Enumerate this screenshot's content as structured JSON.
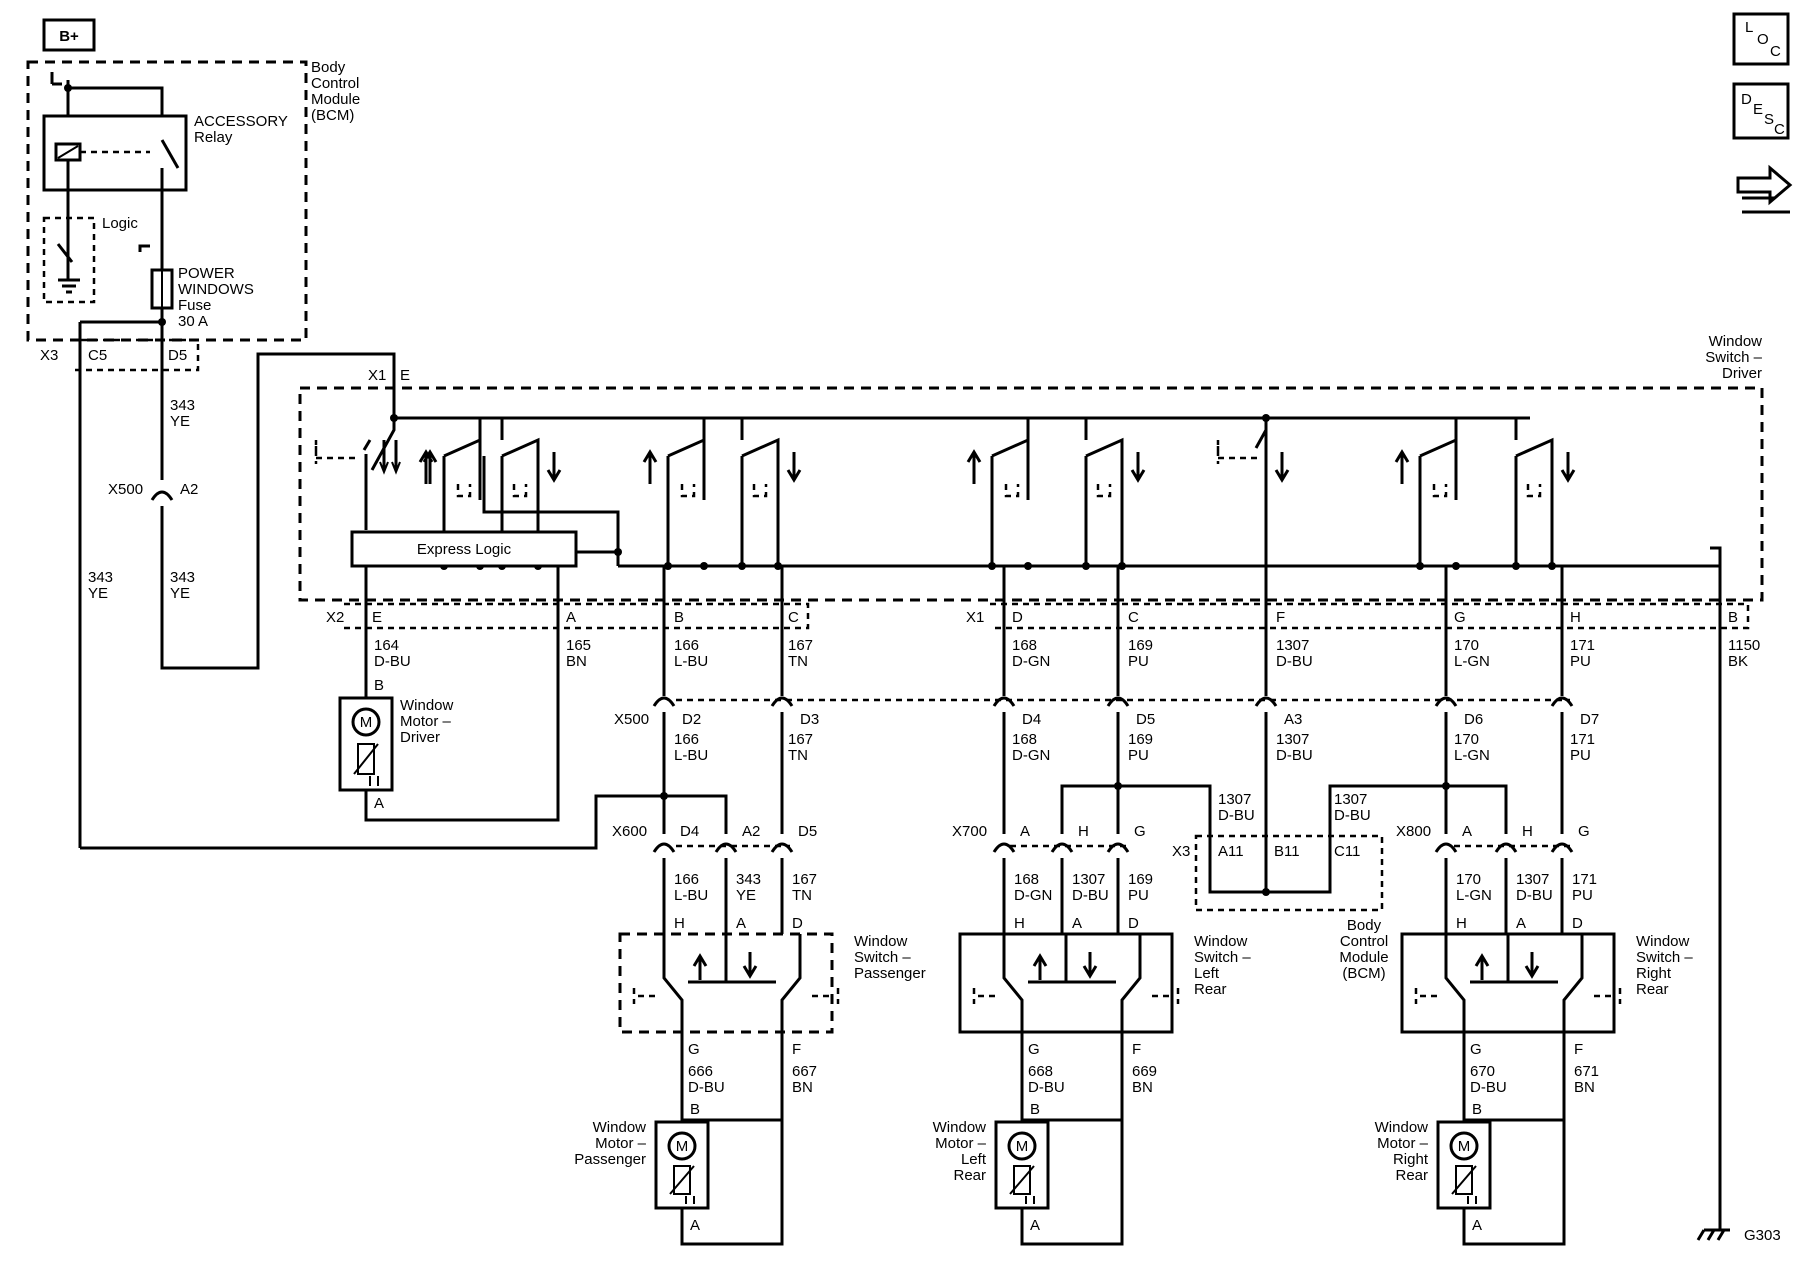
{
  "power": {
    "bplus": "B+"
  },
  "nav_icons": {
    "loc": [
      "L",
      "O",
      "C"
    ],
    "desc": [
      "D",
      "E",
      "S",
      "C"
    ],
    "back": "back-arrow-icon"
  },
  "bcm_top": {
    "name": [
      "Body",
      "Control",
      "Module",
      "(BCM)"
    ],
    "relay": [
      "ACCESSORY",
      "Relay"
    ],
    "logic": "Logic",
    "fuse": [
      "POWER",
      "WINDOWS",
      "Fuse",
      "30 A"
    ],
    "conn": "X3",
    "pin_c5": "C5",
    "pin_d5": "D5"
  },
  "driver_switch": {
    "name": [
      "Window",
      "Switch –",
      "Driver"
    ],
    "express": "Express Logic",
    "x1": "X1",
    "x1e": "E",
    "x2": "X2",
    "x2_pins": [
      "E",
      "A",
      "B",
      "C"
    ],
    "x1_pins": [
      "D",
      "C",
      "F",
      "G",
      "H",
      "B"
    ]
  },
  "wires_top": [
    {
      "num": "164",
      "color": "D-BU"
    },
    {
      "num": "165",
      "color": "BN"
    },
    {
      "num": "166",
      "color": "L-BU"
    },
    {
      "num": "167",
      "color": "TN"
    },
    {
      "num": "168",
      "color": "D-GN"
    },
    {
      "num": "169",
      "color": "PU"
    },
    {
      "num": "1307",
      "color": "D-BU"
    },
    {
      "num": "170",
      "color": "L-GN"
    },
    {
      "num": "171",
      "color": "PU"
    },
    {
      "num": "1150",
      "color": "BK"
    }
  ],
  "feed": {
    "w343a": {
      "num": "343",
      "color": "YE"
    },
    "x500": "X500",
    "a2": "A2",
    "w343b": {
      "num": "343",
      "color": "YE"
    },
    "w343c": {
      "num": "343",
      "color": "YE"
    }
  },
  "x500_row": {
    "conn": "X500",
    "pins": [
      "D2",
      "D3",
      "D4",
      "D5",
      "A3",
      "D6",
      "D7"
    ]
  },
  "wires_mid": [
    {
      "num": "166",
      "color": "L-BU"
    },
    {
      "num": "167",
      "color": "TN"
    },
    {
      "num": "168",
      "color": "D-GN"
    },
    {
      "num": "169",
      "color": "PU"
    },
    {
      "num": "1307",
      "color": "D-BU"
    },
    {
      "num": "170",
      "color": "L-GN"
    },
    {
      "num": "171",
      "color": "PU"
    }
  ],
  "splices": [
    {
      "num": "1307",
      "color": "D-BU"
    },
    {
      "num": "1307",
      "color": "D-BU"
    }
  ],
  "driver_motor": {
    "name": [
      "Window",
      "Motor –",
      "Driver"
    ],
    "pin_b": "B",
    "pin_a": "A",
    "m": "M"
  },
  "x600": {
    "conn": "X600",
    "pins": [
      "D4",
      "A2",
      "D5"
    ],
    "wires": [
      {
        "num": "166",
        "color": "L-BU"
      },
      {
        "num": "343",
        "color": "YE"
      },
      {
        "num": "167",
        "color": "TN"
      }
    ],
    "sw_pins": [
      "H",
      "A",
      "D"
    ]
  },
  "x700": {
    "conn": "X700",
    "pins": [
      "A",
      "H",
      "G"
    ],
    "wires": [
      {
        "num": "168",
        "color": "D-GN"
      },
      {
        "num": "1307",
        "color": "D-BU"
      },
      {
        "num": "169",
        "color": "PU"
      }
    ],
    "sw_pins": [
      "H",
      "A",
      "D"
    ]
  },
  "x800": {
    "conn": "X800",
    "pins": [
      "A",
      "H",
      "G"
    ],
    "wires": [
      {
        "num": "170",
        "color": "L-GN"
      },
      {
        "num": "1307",
        "color": "D-BU"
      },
      {
        "num": "171",
        "color": "PU"
      }
    ],
    "sw_pins": [
      "H",
      "A",
      "D"
    ]
  },
  "bcm_bottom": {
    "conn": "X3",
    "pins": [
      "A11",
      "B11",
      "C11"
    ],
    "name": [
      "Body",
      "Control",
      "Module",
      "(BCM)"
    ]
  },
  "pass_switch": {
    "name": [
      "Window",
      "Switch –",
      "Passenger"
    ],
    "pin_g": "G",
    "pin_f": "F",
    "wires": [
      {
        "num": "666",
        "color": "D-BU"
      },
      {
        "num": "667",
        "color": "BN"
      }
    ]
  },
  "lr_switch": {
    "name": [
      "Window",
      "Switch –",
      "Left",
      "Rear"
    ],
    "pin_g": "G",
    "pin_f": "F",
    "wires": [
      {
        "num": "668",
        "color": "D-BU"
      },
      {
        "num": "669",
        "color": "BN"
      }
    ]
  },
  "rr_switch": {
    "name": [
      "Window",
      "Switch –",
      "Right",
      "Rear"
    ],
    "pin_g": "G",
    "pin_f": "F",
    "wires": [
      {
        "num": "670",
        "color": "D-BU"
      },
      {
        "num": "671",
        "color": "BN"
      }
    ]
  },
  "motors": [
    {
      "name": [
        "Window",
        "Motor –",
        "Passenger"
      ],
      "pin_b": "B",
      "pin_a": "A",
      "m": "M"
    },
    {
      "name": [
        "Window",
        "Motor –",
        "Left",
        "Rear"
      ],
      "pin_b": "B",
      "pin_a": "A",
      "m": "M"
    },
    {
      "name": [
        "Window",
        "Motor –",
        "Right",
        "Rear"
      ],
      "pin_b": "B",
      "pin_a": "A",
      "m": "M"
    }
  ],
  "ground": "G303"
}
